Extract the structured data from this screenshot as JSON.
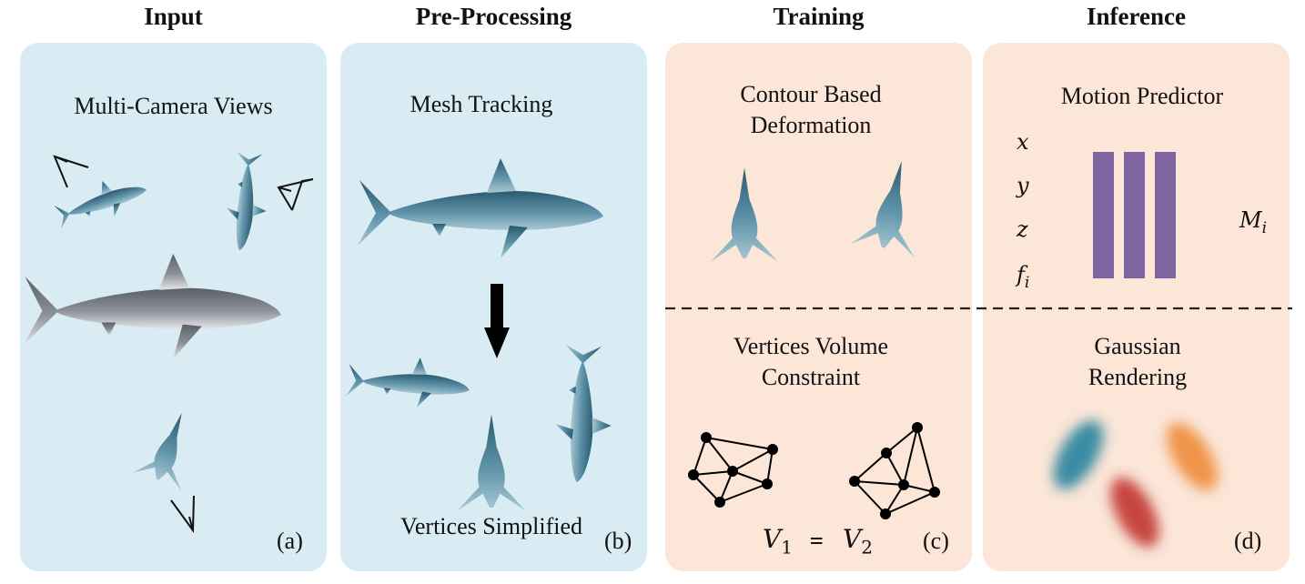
{
  "columns": [
    "Input",
    "Pre-Processing",
    "Training",
    "Inference"
  ],
  "panel_a": {
    "title": "Multi-Camera Views",
    "tag": "(a)"
  },
  "panel_b": {
    "title": "Mesh Tracking",
    "subtitle": "Vertices Simplified",
    "tag": "(b)"
  },
  "panel_c": {
    "top_title_1": "Contour Based",
    "top_title_2": "Deformation",
    "bottom_title_1": "Vertices Volume",
    "bottom_title_2": "Constraint",
    "eq_left": "V",
    "eq_left_sub": "1",
    "eq_sign": "=",
    "eq_right": "V",
    "eq_right_sub": "2",
    "tag": "(c)"
  },
  "panel_d": {
    "top_title": "Motion Predictor",
    "inputs": [
      "x",
      "y",
      "z",
      "f"
    ],
    "input_f_sub": "i",
    "output": "M",
    "output_sub": "i",
    "bottom_title_1": "Gaussian",
    "bottom_title_2": "Rendering",
    "tag": "(d)"
  },
  "colors": {
    "blue_panel": "#daecf3",
    "peach_panel": "#fbe6d8",
    "mlp_bar": "#7e65a1",
    "gauss_teal": "#2f88a0",
    "gauss_orange": "#ef9040",
    "gauss_red": "#c43c3a"
  }
}
